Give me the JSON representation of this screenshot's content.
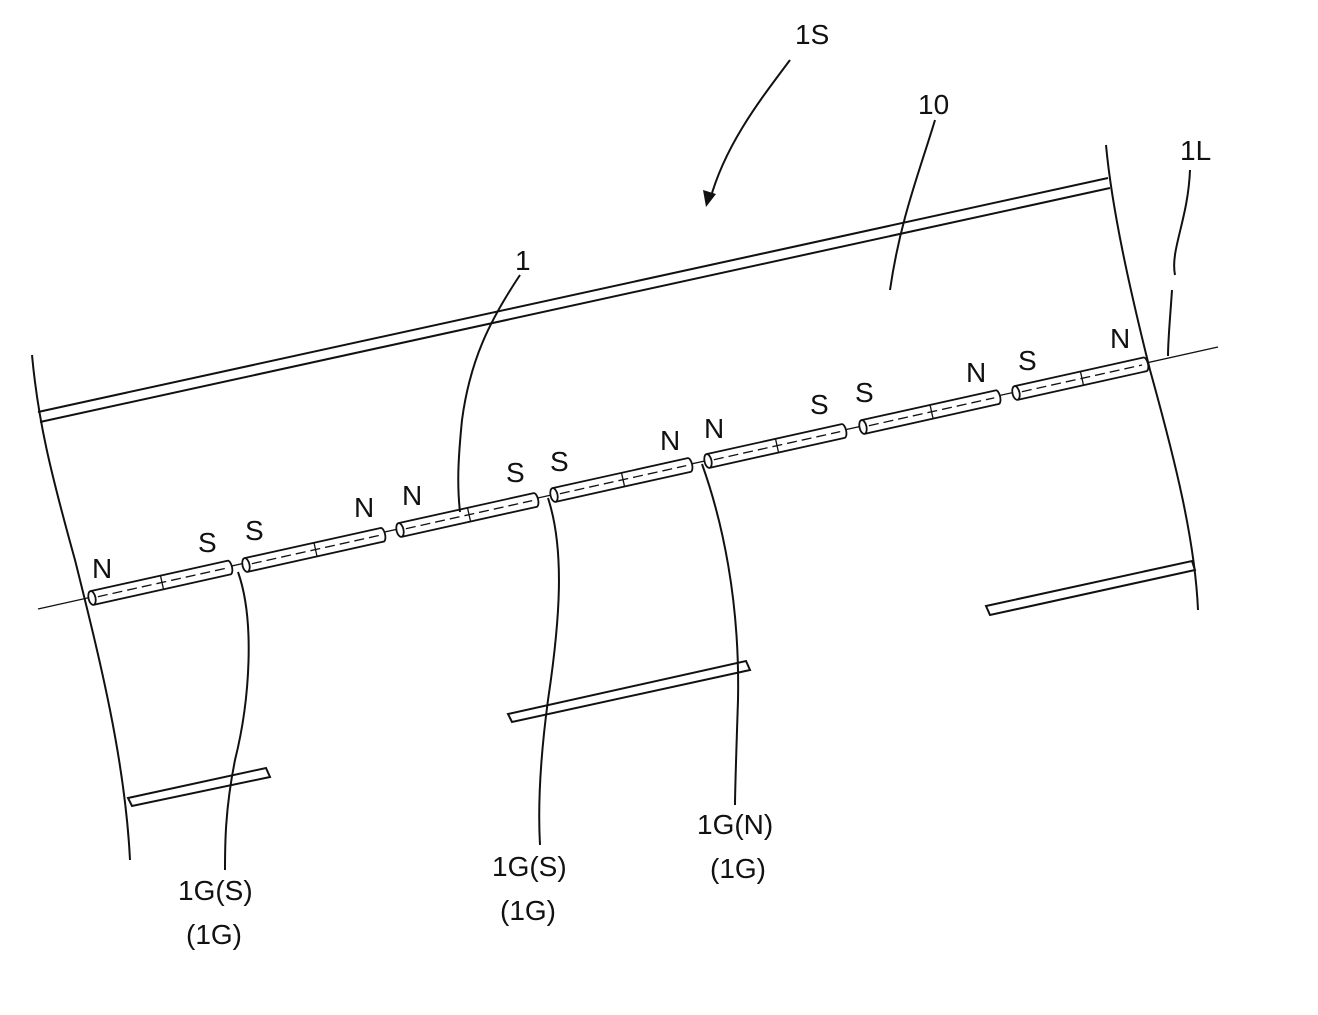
{
  "figure": {
    "ref_assembly": "1S",
    "ref_body": "10",
    "ref_line": "1L",
    "ref_magnet": "1"
  },
  "pole_labels": [
    "N",
    "S",
    "S",
    "N",
    "N",
    "S",
    "S",
    "N",
    "N",
    "S",
    "S",
    "N",
    "S",
    "N"
  ],
  "gap_labels": [
    {
      "line1": "1G(S)",
      "line2": "(1G)"
    },
    {
      "line1": "1G(S)",
      "line2": "(1G)"
    },
    {
      "line1": "1G(N)",
      "line2": "(1G)"
    }
  ],
  "colors": {
    "ink": "#111111",
    "background": "#ffffff"
  }
}
